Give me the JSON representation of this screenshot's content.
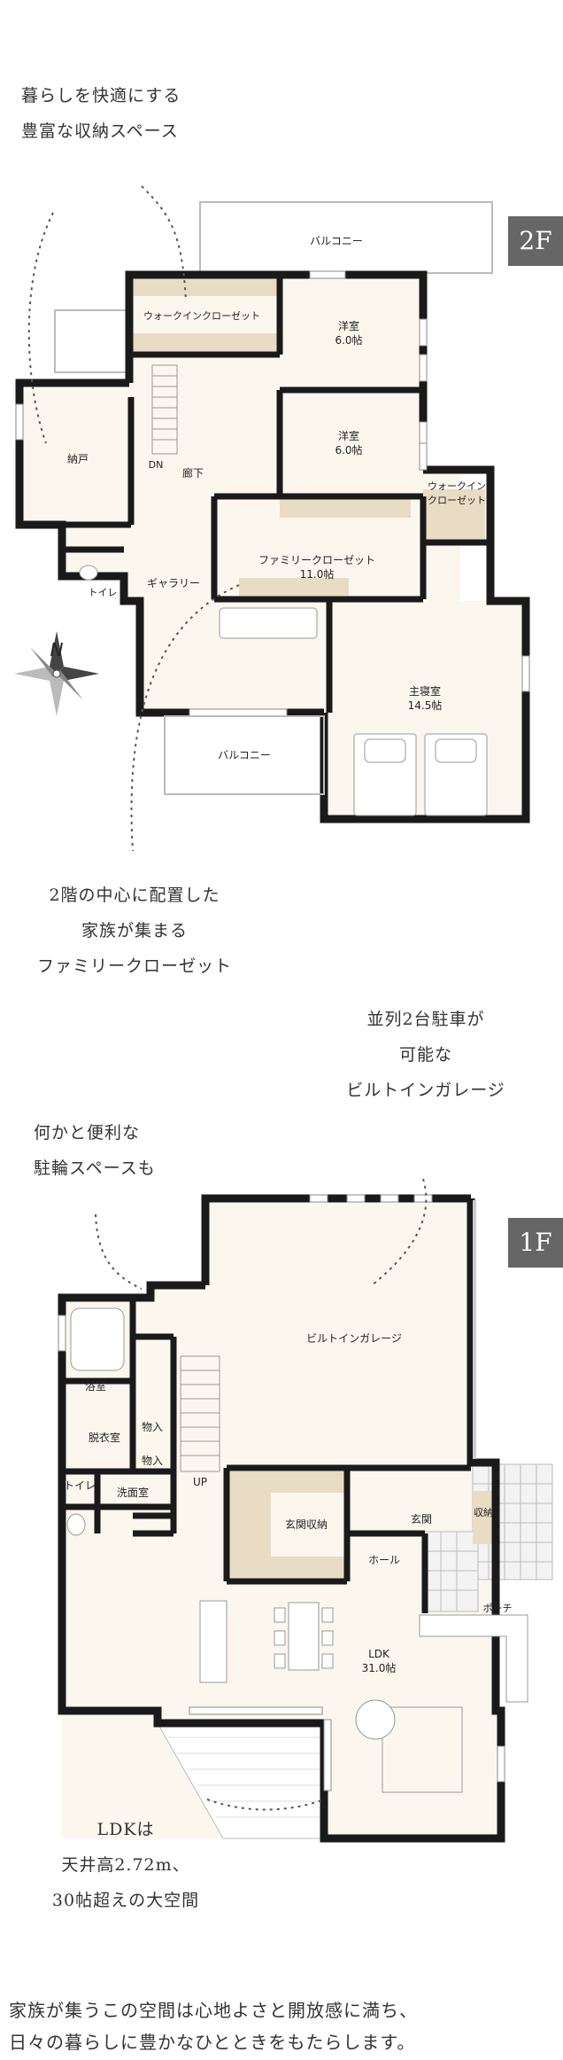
{
  "notes": {
    "top_line1": "暮らしを快適にする",
    "top_line2": "豊富な収納スペース",
    "mid_line1": "2階の中心に配置した",
    "mid_line2": "家族が集まる",
    "mid_line3": "ファミリークローゼット",
    "garage_line1": "並列2台駐車が",
    "garage_line2": "可能な",
    "garage_line3": "ビルトインガレージ",
    "bike_line1": "何かと便利な",
    "bike_line2": "駐輪スペースも",
    "ldk_line1": "LDKは",
    "ldk_line2": "天井高2.72m、",
    "ldk_line3": "30帖超えの大空間"
  },
  "floor2": {
    "badge": "2F",
    "compass": "N",
    "rooms": {
      "balcony_top": "バルコニー",
      "walkin_top": "ウォークインクローゼット",
      "western1_name": "洋室",
      "western1_size": "6.0帖",
      "western2_name": "洋室",
      "western2_size": "6.0帖",
      "walkin_right_line1": "ウォークイン",
      "walkin_right_line2": "クローゼット",
      "storage": "納戸",
      "dn": "DN",
      "corridor": "廊下",
      "family_closet_name": "ファミリークローゼット",
      "family_closet_size": "11.0帖",
      "toilet": "トイレ",
      "gallery": "ギャラリー",
      "master_name": "主寝室",
      "master_size": "14.5帖",
      "balcony_bottom": "バルコニー"
    }
  },
  "floor1": {
    "badge": "1F",
    "rooms": {
      "garage": "ビルトインガレージ",
      "bath": "浴室",
      "storage1": "物入",
      "dressing": "脱衣室",
      "storage2": "物入",
      "toilet": "トイレ",
      "washroom": "洗面室",
      "up": "UP",
      "entrance_storage": "玄関収納",
      "entrance": "玄関",
      "storage_side": "収納",
      "hall": "ホール",
      "porch": "ポーチ",
      "ldk_name": "LDK",
      "ldk_size": "31.0帖"
    }
  },
  "bottom": {
    "line1": "家族が集うこの空間は心地よさと開放感に満ち、",
    "line2": "日々の暮らしに豊かなひとときをもたらします。"
  },
  "colors": {
    "wall": "#1a1a1a",
    "floor": "#fbf7ef",
    "closet_shelf": "#e9dcc4",
    "badge": "#666666"
  }
}
